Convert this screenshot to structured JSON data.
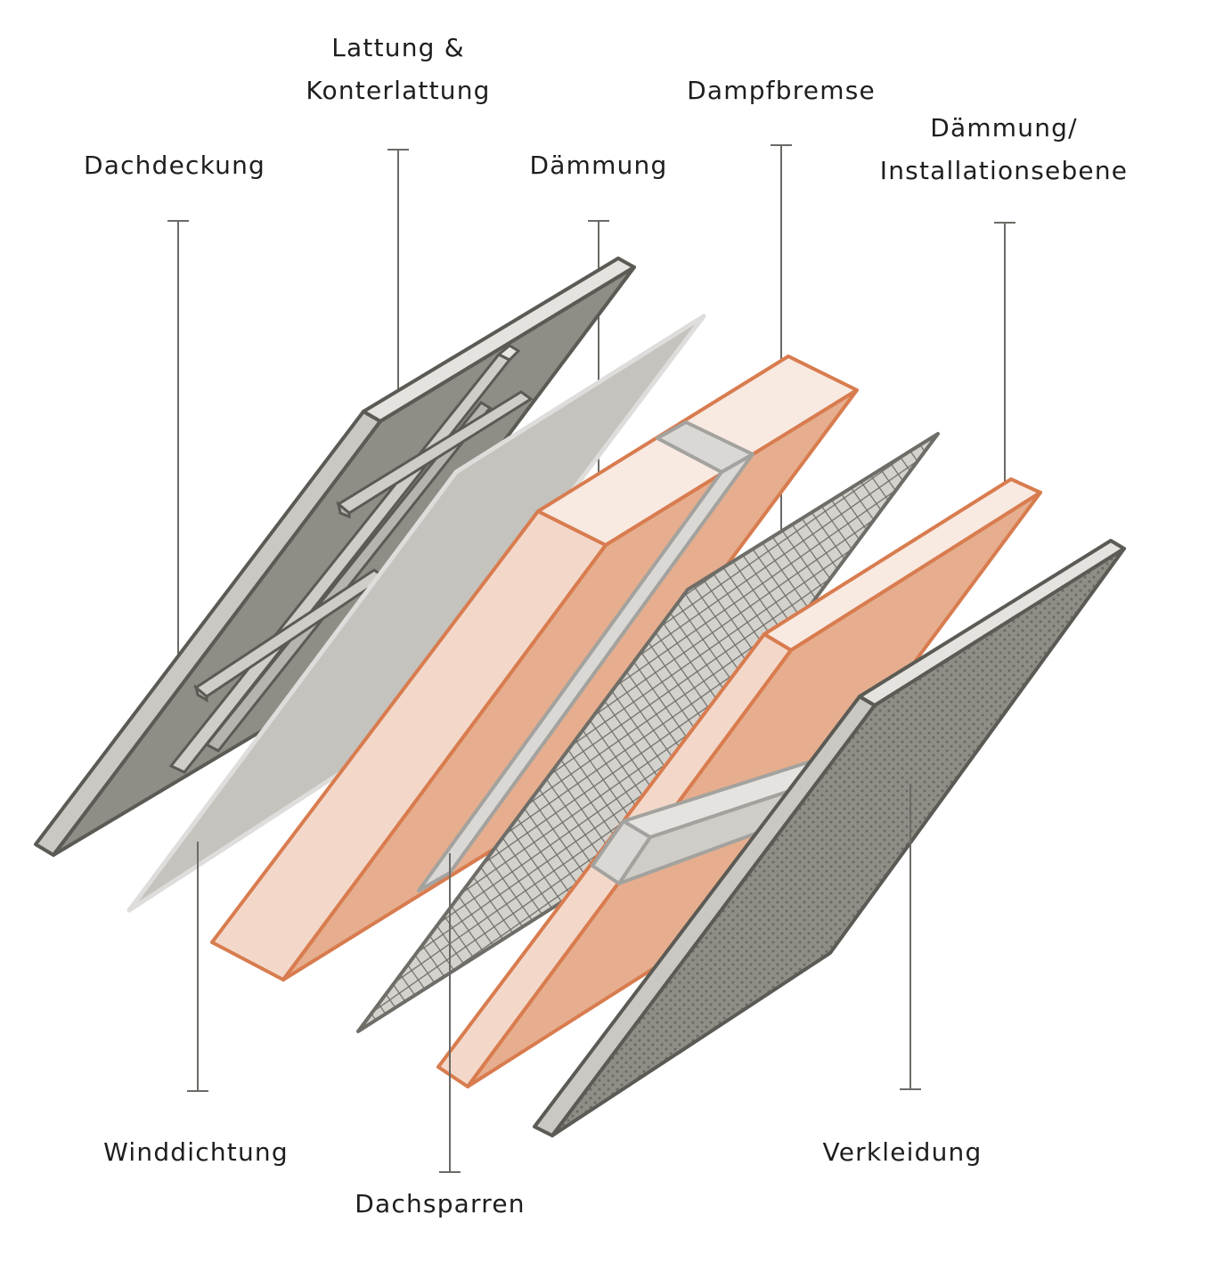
{
  "colors": {
    "dark_panel": "#8f8d86",
    "panel_edge": "#c9c8c3",
    "panel_stroke": "#5b5a55",
    "membrane": "#c4c3be",
    "insulation_face": "#f3d8c9",
    "insulation_side": "#e6ae8e",
    "insulation_top": "#f8e9e1",
    "insulation_stroke": "#d87c4f",
    "rafter": "#d9d8d4",
    "rafter_stroke": "#a3a29e",
    "mesh": "#d4d2cd",
    "mesh_stroke": "#6e6d68",
    "leader": "#6b6a66",
    "text": "#1e1e1e"
  },
  "layers": [
    {
      "id": "dachdeckung",
      "label": "Dachdeckung",
      "icon": "roof-covering-panel"
    },
    {
      "id": "lattung",
      "label_lines": [
        "Lattung &",
        "Konterlattung"
      ],
      "icon": "battens"
    },
    {
      "id": "winddichtung",
      "label": "Winddichtung",
      "icon": "wind-seal-membrane"
    },
    {
      "id": "daemmung",
      "label": "Dämmung",
      "icon": "insulation-block"
    },
    {
      "id": "dachsparren",
      "label": "Dachsparren",
      "icon": "rafter"
    },
    {
      "id": "dampfbremse",
      "label": "Dampfbremse",
      "icon": "vapor-barrier-mesh"
    },
    {
      "id": "daemmung_install",
      "label_lines": [
        "Dämmung/",
        "Installationsebene"
      ],
      "icon": "insulation-block"
    },
    {
      "id": "verkleidung",
      "label": "Verkleidung",
      "icon": "cladding-panel"
    }
  ]
}
